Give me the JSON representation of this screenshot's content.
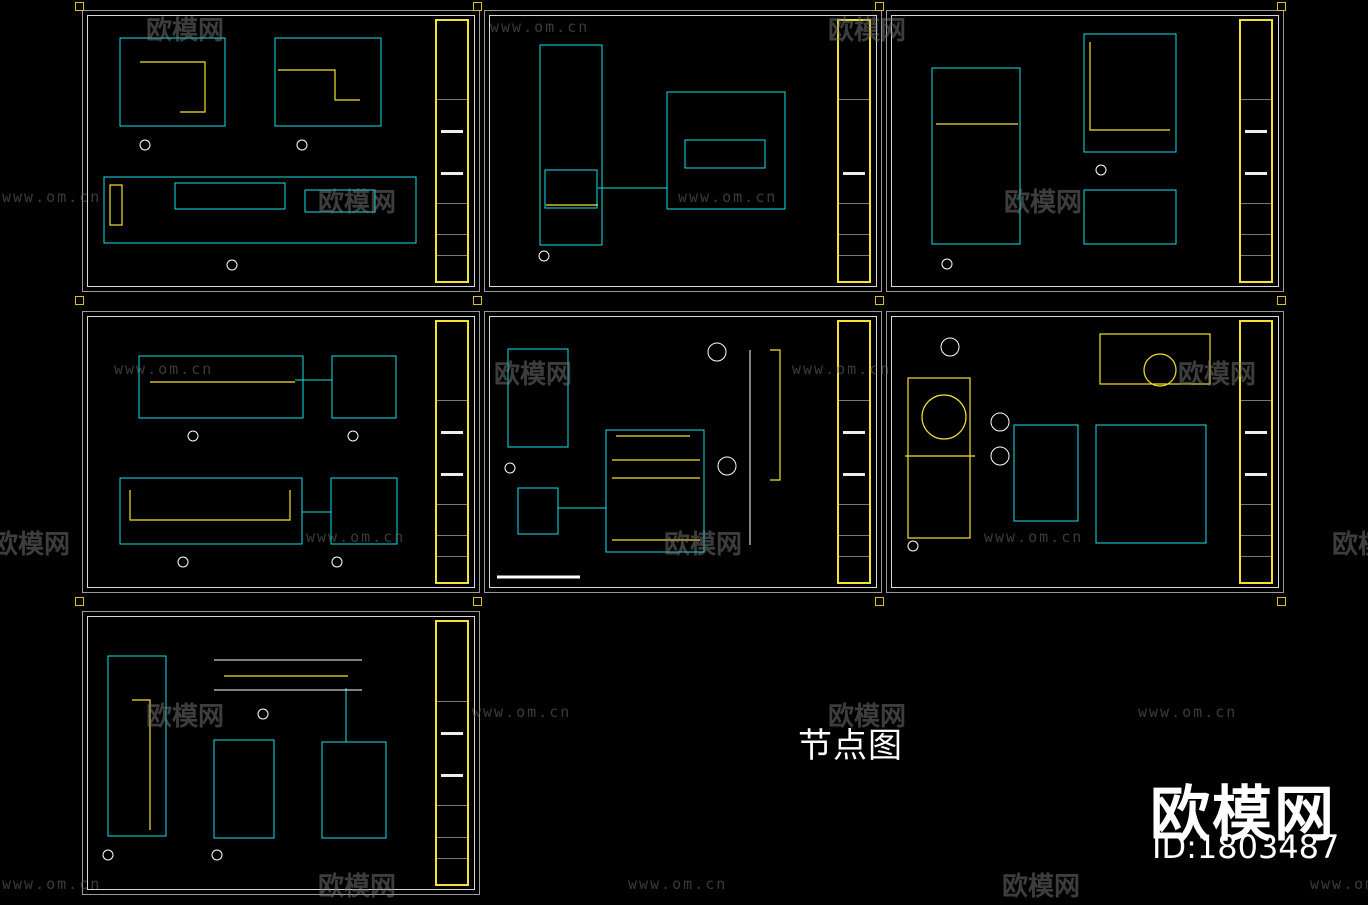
{
  "watermark": {
    "url": "www.om.cn",
    "brand": "欧模网"
  },
  "main_title": "节点图",
  "brand_block": {
    "name": "欧模网",
    "id_label": "ID:1803487"
  },
  "colors": {
    "background": "#000000",
    "cyan": "#19e0e6",
    "yellow": "#f2e233",
    "white": "#ffffff",
    "sheet_border": "#9a9a9a"
  },
  "sheets": [
    {
      "id": "sheet-1"
    },
    {
      "id": "sheet-2"
    },
    {
      "id": "sheet-3"
    },
    {
      "id": "sheet-4"
    },
    {
      "id": "sheet-5"
    },
    {
      "id": "sheet-6"
    },
    {
      "id": "sheet-7"
    }
  ]
}
